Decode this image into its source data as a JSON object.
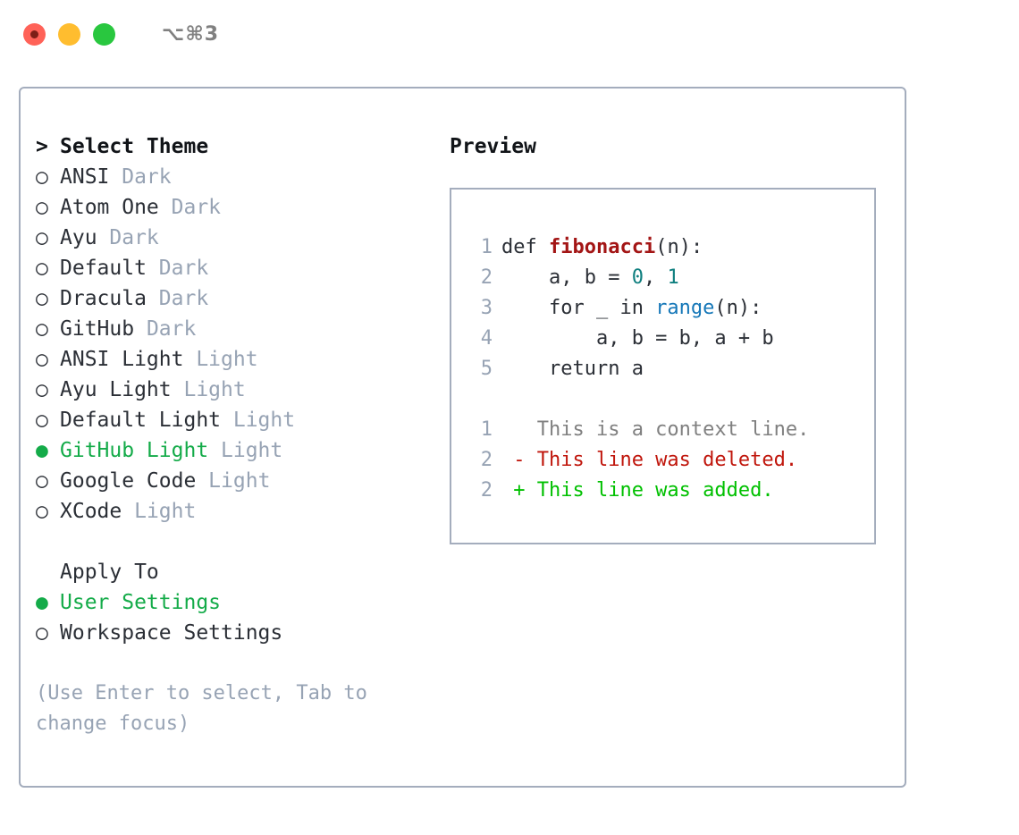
{
  "titlebar": {
    "shortcut": "⌥⌘3",
    "lights": [
      "close-button",
      "minimize-button",
      "zoom-button"
    ]
  },
  "theme_panel": {
    "caret": ">",
    "title": "Select Theme",
    "marker_selected": "●",
    "marker_unselected": "○",
    "items": [
      {
        "label": "ANSI",
        "tag": "Dark",
        "selected": false
      },
      {
        "label": "Atom One",
        "tag": "Dark",
        "selected": false
      },
      {
        "label": "Ayu",
        "tag": "Dark",
        "selected": false
      },
      {
        "label": "Default",
        "tag": "Dark",
        "selected": false
      },
      {
        "label": "Dracula",
        "tag": "Dark",
        "selected": false
      },
      {
        "label": "GitHub",
        "tag": "Dark",
        "selected": false
      },
      {
        "label": "ANSI Light",
        "tag": "Light",
        "selected": false
      },
      {
        "label": "Ayu Light",
        "tag": "Light",
        "selected": false
      },
      {
        "label": "Default Light",
        "tag": "Light",
        "selected": false
      },
      {
        "label": "GitHub Light",
        "tag": "Light",
        "selected": true
      },
      {
        "label": "Google Code",
        "tag": "Light",
        "selected": false
      },
      {
        "label": "XCode",
        "tag": "Light",
        "selected": false
      }
    ]
  },
  "apply_to": {
    "title": "Apply To",
    "items": [
      {
        "label": "User Settings",
        "selected": true
      },
      {
        "label": "Workspace Settings",
        "selected": false
      }
    ]
  },
  "hint": "(Use Enter to select, Tab to change focus)",
  "preview": {
    "title": "Preview",
    "code": [
      {
        "n": "1",
        "parts": [
          {
            "t": "def ",
            "k": "plain"
          },
          {
            "t": "fibonacci",
            "k": "fn"
          },
          {
            "t": "(n):",
            "k": "plain"
          }
        ]
      },
      {
        "n": "2",
        "parts": [
          {
            "t": "    a, b = ",
            "k": "plain"
          },
          {
            "t": "0",
            "k": "num"
          },
          {
            "t": ", ",
            "k": "plain"
          },
          {
            "t": "1",
            "k": "num"
          }
        ]
      },
      {
        "n": "3",
        "parts": [
          {
            "t": "    for _ in ",
            "k": "plain"
          },
          {
            "t": "range",
            "k": "call"
          },
          {
            "t": "(n):",
            "k": "plain"
          }
        ]
      },
      {
        "n": "4",
        "parts": [
          {
            "t": "        a, b = b, a + b",
            "k": "plain"
          }
        ]
      },
      {
        "n": "5",
        "parts": [
          {
            "t": "    return a",
            "k": "plain"
          }
        ]
      }
    ],
    "diff": [
      {
        "n": "1",
        "marker": " ",
        "text": "This is a context line.",
        "kind": "ctx"
      },
      {
        "n": "2",
        "marker": "-",
        "text": "This line was deleted.",
        "kind": "del"
      },
      {
        "n": "2",
        "marker": "+",
        "text": "This line was added.",
        "kind": "add"
      }
    ]
  },
  "colors": {
    "accent_green": "#14ab49",
    "muted": "#97a3b4",
    "border": "#a4adbd",
    "fn_red": "#a31515",
    "num_teal": "#0f7f7f",
    "call_blue": "#1577b8",
    "diff_del": "#c0160c",
    "diff_add": "#00c000"
  }
}
